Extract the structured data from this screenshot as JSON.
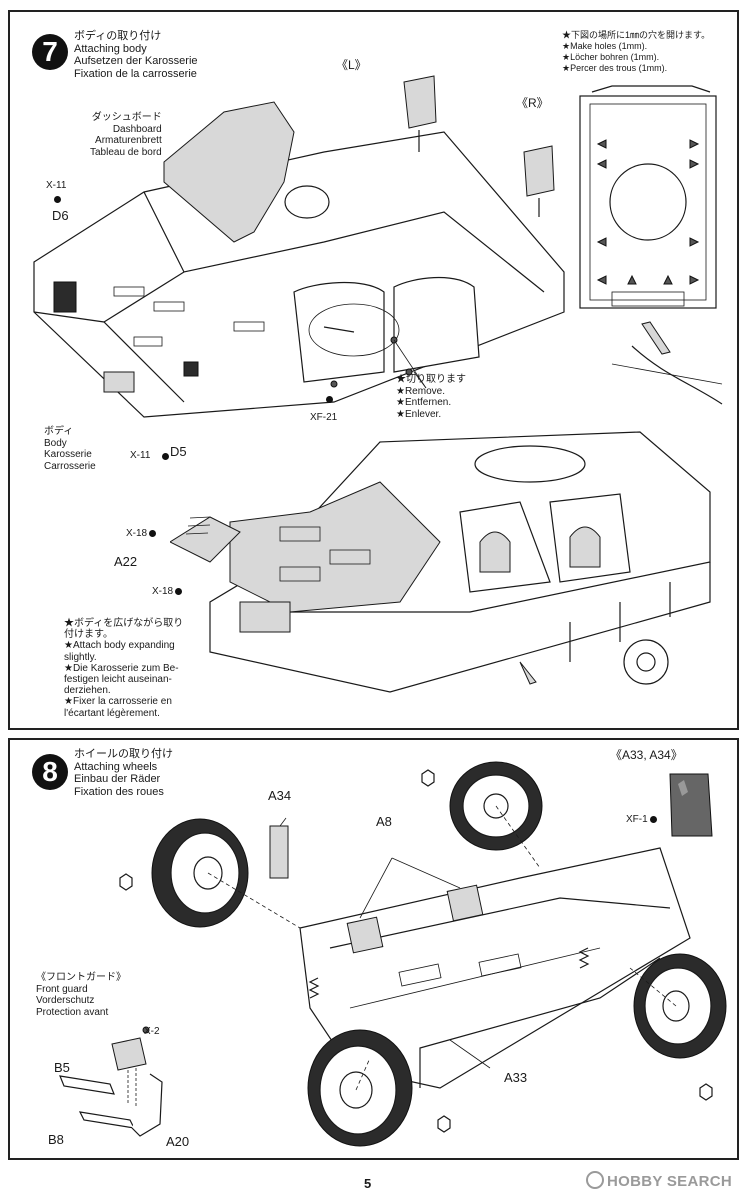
{
  "step7": {
    "number": "7",
    "title": [
      "ボディの取り付け",
      "Attaching body",
      "Aufsetzen der Karosserie",
      "Fixation de la carrosserie"
    ],
    "note_holes": [
      "★下図の場所に1㎜の穴を開けます。",
      "★Make holes (1mm).",
      "★Löcher bohren (1mm).",
      "★Percer des trous (1mm)."
    ],
    "dashboard_label": [
      "ダッシュボード",
      "Dashboard",
      "Armaturenbrett",
      "Tableau de bord"
    ],
    "body_label": [
      "ボディ",
      "Body",
      "Karosserie",
      "Carrosserie"
    ],
    "remove_label": [
      "★切り取ります",
      "★Remove.",
      "★Entfernen.",
      "★Enlever."
    ],
    "attach_note": [
      "★ボディを広げながら取り",
      "付けます。",
      "★Attach body expanding",
      "slightly.",
      "★Die Karosserie zum Be-",
      "festigen leicht auseinan-",
      "derziehen.",
      "★Fixer la carrosserie en",
      "l'écartant légèrement."
    ],
    "part_L": "《L》",
    "part_R": "《R》",
    "x11_top": "X-11",
    "d6": "D6",
    "x11_bottom": "X-11",
    "d5": "D5",
    "xf21": "XF-21",
    "x18_top": "X-18",
    "a22": "A22",
    "x18_bottom": "X-18"
  },
  "step8": {
    "number": "8",
    "title": [
      "ホイールの取り付け",
      "Attaching wheels",
      "Einbau der Räder",
      "Fixation des roues"
    ],
    "a33_a34_header": "《A33, A34》",
    "xf1": "XF-1",
    "front_guard": [
      "《フロントガード》",
      "Front guard",
      "Vorderschutz",
      "Protection avant"
    ],
    "a34": "A34",
    "a8": "A8",
    "a33": "A33",
    "b5": "B5",
    "b8": "B8",
    "a20": "A20",
    "x2": "X-2"
  },
  "footer": {
    "page_number": "5",
    "watermark": "HOBBY SEARCH"
  }
}
